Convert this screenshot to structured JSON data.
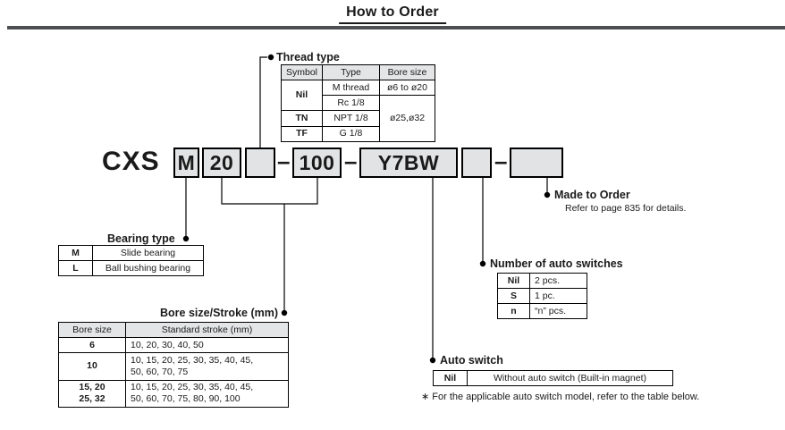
{
  "page": {
    "title": "How to Order"
  },
  "order_code": {
    "series": "CXS",
    "bearing_value": "M",
    "bore_value": "20",
    "thread_value": "",
    "stroke_value": "100",
    "switch_value": "Y7BW",
    "qty_value": "",
    "mto_value": "",
    "separator": "–"
  },
  "thread_type": {
    "label": "Thread type",
    "headers": [
      "Symbol",
      "Type",
      "Bore size"
    ],
    "nil": "Nil",
    "m_thread": "M thread",
    "rc": "Rc 1/8",
    "tn": "TN",
    "npt": "NPT 1/8",
    "tf": "TF",
    "g": "G 1/8",
    "bore_small": "ø6 to ø20",
    "bore_large": "ø25,ø32"
  },
  "bearing_type": {
    "label": "Bearing type",
    "rows": [
      {
        "symbol": "M",
        "desc": "Slide bearing"
      },
      {
        "symbol": "L",
        "desc": "Ball bushing bearing"
      }
    ]
  },
  "bore_stroke": {
    "label": "Bore size/Stroke (mm)",
    "headers": [
      "Bore size",
      "Standard stroke (mm)"
    ],
    "rows": [
      {
        "bore": "6",
        "stroke": "10, 20, 30, 40, 50"
      },
      {
        "bore": "10",
        "stroke": "10, 15, 20, 25, 30, 35, 40, 45,\n50, 60, 70, 75"
      },
      {
        "bore": "15, 20\n25, 32",
        "stroke": "10, 15, 20, 25, 30, 35, 40, 45,\n50, 60, 70, 75, 80, 90, 100"
      }
    ]
  },
  "switch_qty": {
    "label": "Number of auto switches",
    "rows": [
      {
        "symbol": "Nil",
        "desc": "2 pcs."
      },
      {
        "symbol": "S",
        "desc": "1 pc."
      },
      {
        "symbol": "n",
        "desc": "“n” pcs."
      }
    ]
  },
  "auto_switch": {
    "label": "Auto switch",
    "symbol": "Nil",
    "desc": "Without auto switch (Built-in magnet)",
    "note": "∗ For the applicable auto switch model, refer to the table below."
  },
  "made_to_order": {
    "label": "Made to Order",
    "note": "Refer to page 835 for details."
  }
}
